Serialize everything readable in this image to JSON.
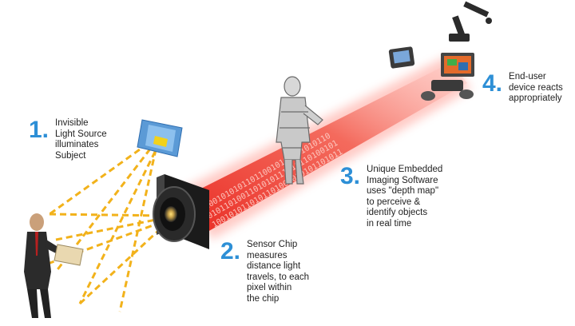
{
  "steps": [
    {
      "number": "1.",
      "lines": [
        "Invisible",
        "Light Source",
        "illuminates",
        "Subject"
      ]
    },
    {
      "number": "2.",
      "lines": [
        "Sensor Chip",
        "measures",
        "distance light",
        "travels, to each",
        "pixel within",
        "the chip"
      ]
    },
    {
      "number": "3.",
      "lines": [
        "Unique Embedded",
        "Imaging Software",
        "uses \"depth map\"",
        "to perceive &",
        "identify objects",
        "in real time"
      ]
    },
    {
      "number": "4.",
      "lines": [
        "End-user",
        "device reacts",
        "appropriately"
      ]
    }
  ],
  "beam_binary": [
    "100101010110110010101101010110",
    "0101101001101010111010110100101",
    "1001010110101101001010101101011"
  ],
  "colors": {
    "accent": "#2d8fd6",
    "beam": "#e8241c",
    "rays": "#f2b21b",
    "emitter": "#4a90e2"
  }
}
